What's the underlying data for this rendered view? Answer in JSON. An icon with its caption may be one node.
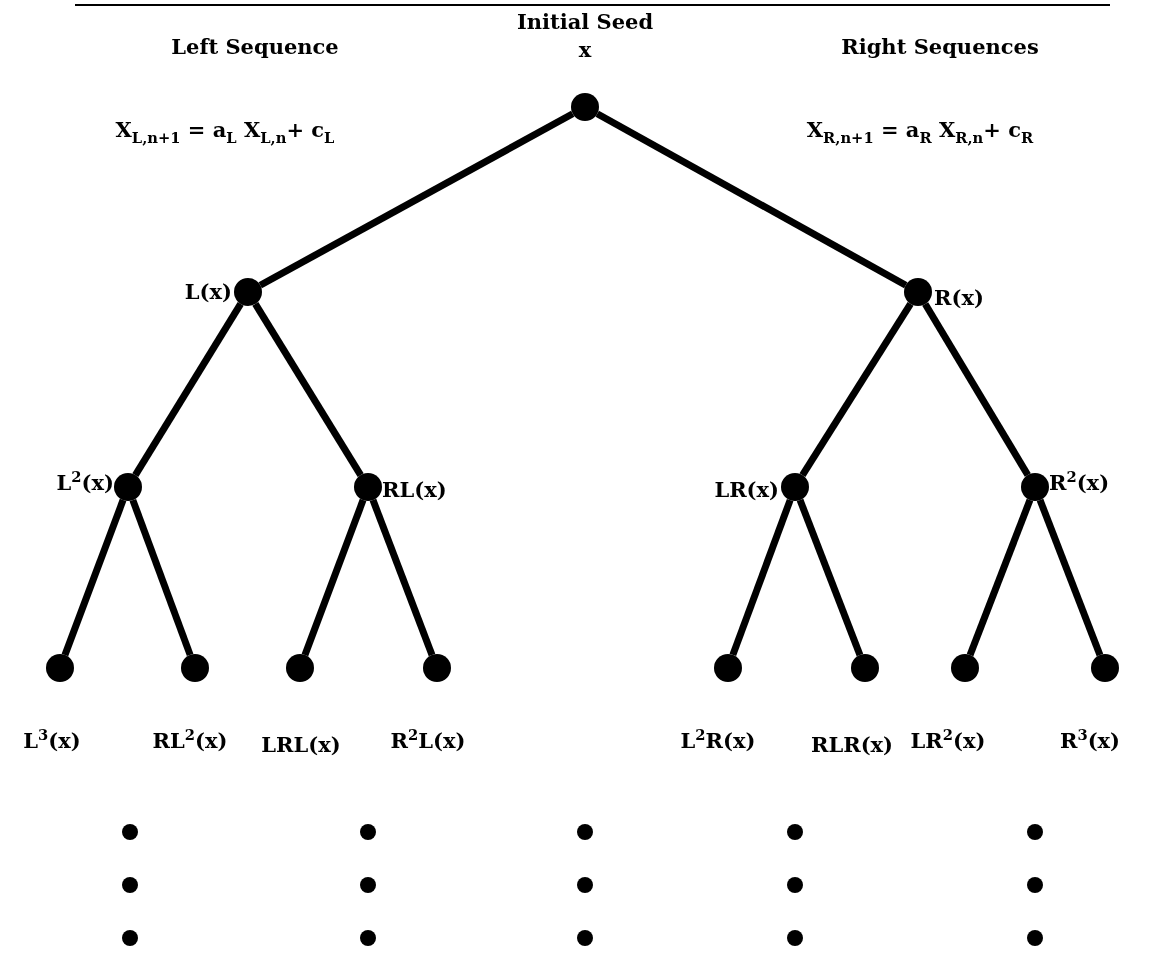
{
  "diagram": {
    "nodes": [
      {
        "text": [],
        "shape": "circle",
        "beside": [
          "Initial Seed",
          "x"
        ]
      },
      {
        "text": [],
        "shape": "circle",
        "beside": [
          "L(x)"
        ]
      },
      {
        "text": [],
        "shape": "circle",
        "beside": [
          "R(x)"
        ]
      },
      {
        "text": [],
        "shape": "circle",
        "beside": [
          "L$^{2}$(x)"
        ]
      },
      {
        "text": [],
        "shape": "circle",
        "beside": [
          "RL(x)"
        ]
      },
      {
        "text": [],
        "shape": "circle",
        "beside": [
          "LR(x)"
        ]
      },
      {
        "text": [],
        "shape": "circle",
        "beside": [
          "R$^{2}$(x)"
        ]
      },
      {
        "text": [],
        "shape": "circle",
        "beside": [
          "L$^{3}$(x)"
        ]
      },
      {
        "text": [],
        "shape": "circle",
        "beside": [
          "RL$^{2}$(x)"
        ]
      },
      {
        "text": [],
        "shape": "circle",
        "beside": [
          "LRL(x)"
        ]
      },
      {
        "text": [],
        "shape": "circle",
        "beside": [
          "R$^{2}$L(x)"
        ]
      },
      {
        "text": [],
        "shape": "circle",
        "beside": [
          "L$^{2}$R(x)"
        ]
      },
      {
        "text": [],
        "shape": "circle",
        "beside": [
          "RLR(x)"
        ]
      },
      {
        "text": [],
        "shape": "circle",
        "beside": [
          "LR$^{2}$(x)"
        ]
      },
      {
        "text": [],
        "shape": "circle",
        "beside": [
          "R$^{3}$(x)"
        ]
      }
    ],
    "edges": [
      {
        "from": 0,
        "to": 1,
        "arrow": "none"
      },
      {
        "from": 0,
        "to": 2,
        "arrow": "none"
      },
      {
        "from": 1,
        "to": 3,
        "arrow": "none"
      },
      {
        "from": 1,
        "to": 4,
        "arrow": "none"
      },
      {
        "from": 2,
        "to": 5,
        "arrow": "none"
      },
      {
        "from": 2,
        "to": 6,
        "arrow": "none"
      },
      {
        "from": 3,
        "to": 7,
        "arrow": "none"
      },
      {
        "from": 3,
        "to": 8,
        "arrow": "none"
      },
      {
        "from": 4,
        "to": 9,
        "arrow": "none"
      },
      {
        "from": 4,
        "to": 10,
        "arrow": "none"
      },
      {
        "from": 5,
        "to": 11,
        "arrow": "none"
      },
      {
        "from": 5,
        "to": 12,
        "arrow": "none"
      },
      {
        "from": 6,
        "to": 13,
        "arrow": "none"
      },
      {
        "from": 6,
        "to": 14,
        "arrow": "none"
      }
    ],
    "labels": [
      "Left Sequence",
      "Right Sequences",
      "X$_{L,n+1}$ = a$_{L}$ X$_{L,n}$+ c$_{L}$",
      "X$_{R,n+1}$ = a$_{R}$ X$_{R,n}$+ c$_{R}$"
    ]
  }
}
